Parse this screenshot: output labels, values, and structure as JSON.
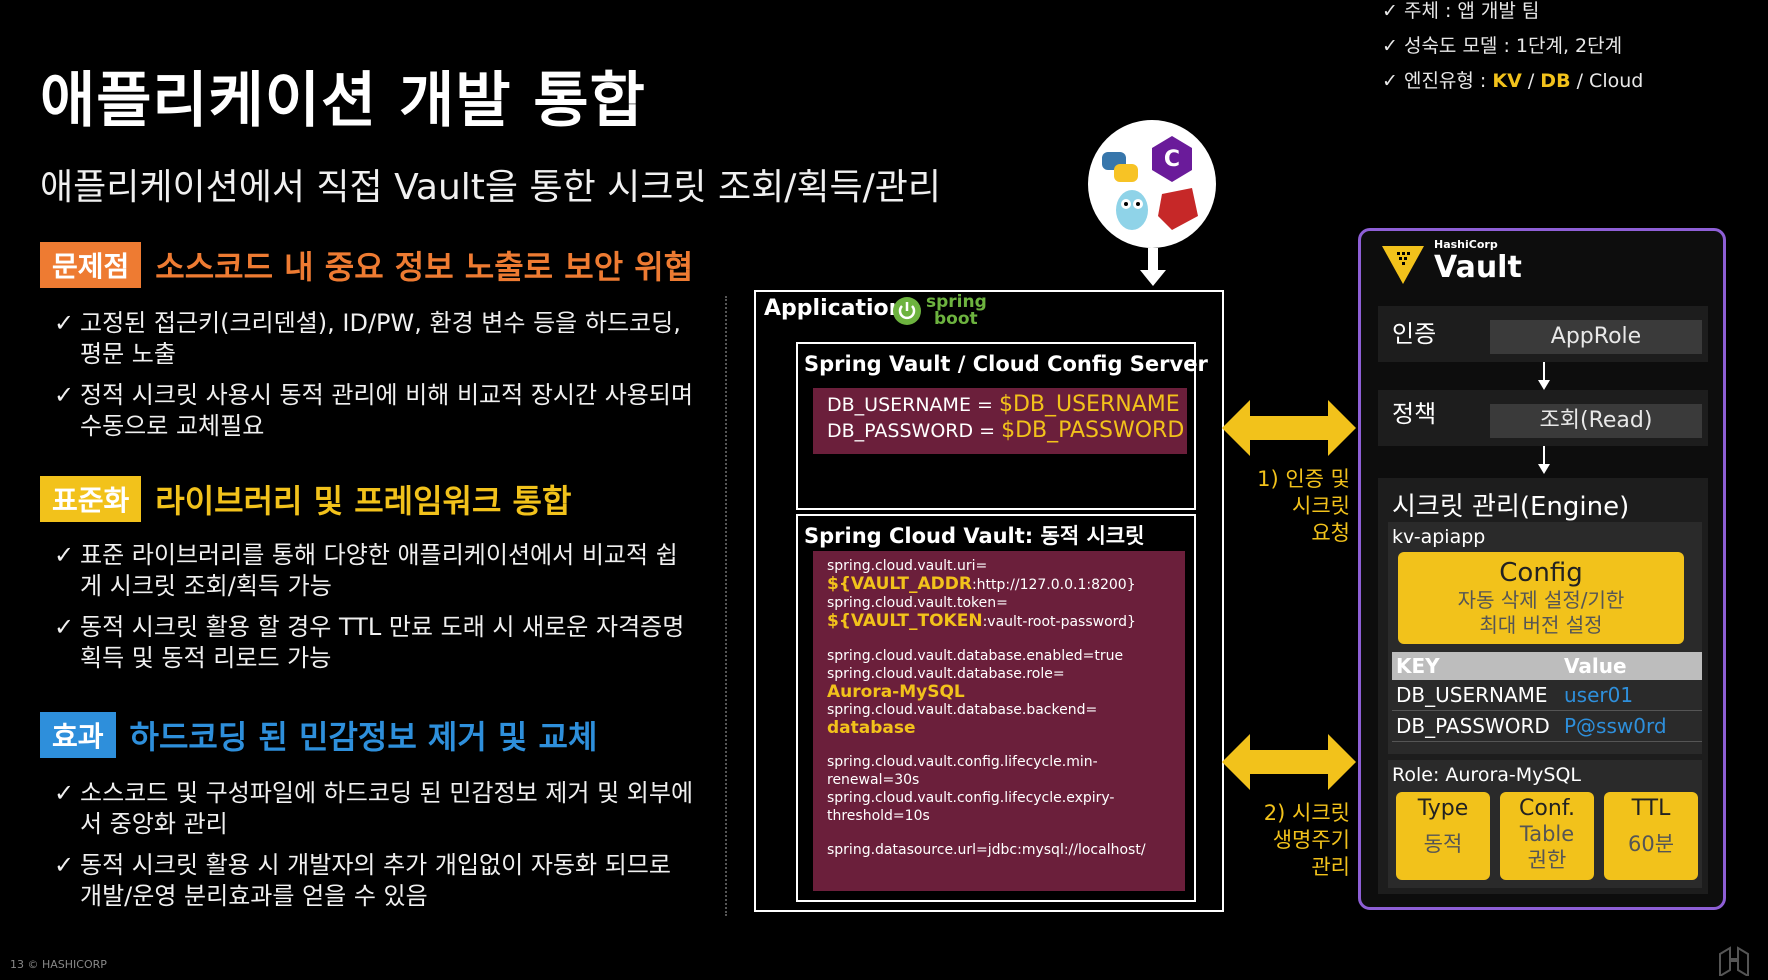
{
  "checklist": [
    {
      "mark": "✓",
      "text": "주체 : 앱 개발 팀"
    },
    {
      "mark": "✓",
      "text": "성숙도 모델 : 1단계, 2단계"
    },
    {
      "mark": "✓",
      "prefix": "엔진유형 : ",
      "kv": "KV",
      "sep1": " / ",
      "db": "DB",
      "sep2": " / ",
      "cloud": "Cloud"
    }
  ],
  "title": "애플리케이션 개발 통합",
  "subtitle": "애플리케이션에서 직접 Vault을 통한 시크릿 조회/획득/관리",
  "sections": [
    {
      "badge": "문제점",
      "title": "소스코드 내 중요 정보 노출로 보안 위협",
      "bullets": [
        {
          "mark": "✓",
          "text": "고정된 접근키(크리덴셜), ID/PW, 환경 변수 등을 하드코딩, 평문 노출"
        },
        {
          "mark": "✓",
          "text": "정적 시크릿 사용시 동적 관리에 비해 비교적 장시간 사용되며 수동으로 교체필요"
        }
      ]
    },
    {
      "badge": "표준화",
      "title": "라이브러리 및 프레임워크 통합",
      "bullets": [
        {
          "mark": "✓",
          "text": "표준 라이브러리를 통해 다양한 애플리케이션에서 비교적 쉽게 시크릿 조회/획득 가능"
        },
        {
          "mark": "✓",
          "text": "동적 시크릿 활용 할 경우 TTL 만료 도래 시 새로운 자격증명 획득 및 동적 리로드 가능"
        }
      ]
    },
    {
      "badge": "효과",
      "title": "하드코딩 된 민감정보 제거 및 교체",
      "bullets": [
        {
          "mark": "✓",
          "text": "소스코드 및 구성파일에 하드코딩 된 민감정보 제거 및 외부에서 중앙화 관리"
        },
        {
          "mark": "✓",
          "text": "동적 시크릿 활용 시 개발자의 추가 개입없이 자동화 되므로 개발/운영 분리효과를 얻을 수 있음"
        }
      ]
    }
  ],
  "app": {
    "label": "Application",
    "spring_line1": "spring",
    "spring_line2": "boot",
    "box1_title": "Spring Vault / Cloud Config Server",
    "box1_lines": [
      {
        "key": "DB_USERNAME = ",
        "var": "$DB_USERNAME"
      },
      {
        "key": "DB_PASSWORD = ",
        "var": "$DB_PASSWORD"
      }
    ],
    "box2_title": "Spring Cloud Vault: 동적 시크릿",
    "code": {
      "l1": "spring.cloud.vault.uri=",
      "l2_var": "${VAULT_ADDR",
      "l2_rest": ":http://127.0.0.1:8200}",
      "l3": "spring.cloud.vault.token=",
      "l4_var": "${VAULT_TOKEN",
      "l4_rest": ":vault-root-password}",
      "l5": "spring.cloud.vault.database.enabled=true",
      "l6": "spring.cloud.vault.database.role=",
      "l7_var": "Aurora-MySQL",
      "l8": "spring.cloud.vault.database.backend=",
      "l9_var": "database",
      "l10": "spring.cloud.vault.config.lifecycle.min-",
      "l11": "renewal=30s",
      "l12": "spring.cloud.vault.config.lifecycle.expiry-",
      "l13": "threshold=10s",
      "l14": "spring.datasource.url=jdbc:mysql://localhost/"
    }
  },
  "arrows": {
    "a1": [
      "1) 인증 및",
      "시크릿",
      "요청"
    ],
    "a2": [
      "2) 시크릿",
      "생명주기",
      "관리"
    ]
  },
  "vault": {
    "brand_small": "HashiCorp",
    "brand": "Vault",
    "auth_label": "인증",
    "auth_value": "AppRole",
    "policy_label": "정책",
    "policy_value": "조회(Read)",
    "engine_label": "시크릿 관리(Engine)",
    "kv_label": "kv-apiapp",
    "config_title": "Config",
    "config_lines": [
      "자동 삭제 설정/기한",
      "최대 버전 설정"
    ],
    "table_header": {
      "key": "KEY",
      "value": "Value"
    },
    "rows": [
      {
        "key": "DB_USERNAME",
        "value": "user01"
      },
      {
        "key": "DB_PASSWORD",
        "value": "P@ssw0rd"
      }
    ],
    "role_label": "Role: Aurora-MySQL",
    "cards": [
      {
        "title": "Type",
        "lines": [
          "동적"
        ]
      },
      {
        "title": "Conf.",
        "lines": [
          "Table",
          "권한"
        ]
      },
      {
        "title": "TTL",
        "lines": [
          "60분"
        ]
      }
    ]
  },
  "footer": "13   © HASHICORP",
  "colors": {
    "accent_yellow": "#f2c21b",
    "accent_orange": "#ee7b32",
    "accent_blue": "#2e8fdb",
    "vault_purple": "#8e5fd6",
    "code_bg": "#6b1f3b"
  }
}
